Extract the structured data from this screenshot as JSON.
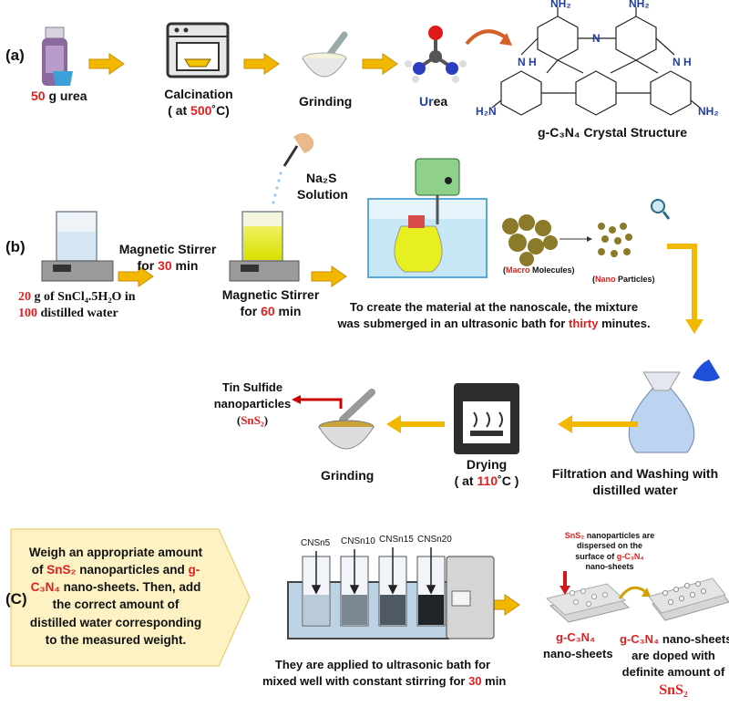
{
  "sections": {
    "a": "(a)",
    "b": "(b)",
    "c": "(C)"
  },
  "row_a": {
    "urea_amount_value": "50",
    "urea_amount_text": " g urea",
    "calcination_label": "Calcination",
    "calcination_temp_prefix": "( at ",
    "calcination_temp_value": "500",
    "calcination_temp_suffix": "˚C)",
    "grinding_label": "Grinding",
    "urea_prefix": "Ur",
    "urea_suffix": "ea",
    "structure_label": "g-C₃N₄ Crystal Structure",
    "nh2": "NH₂",
    "h2n": "H₂N",
    "n": "N",
    "nh": "N H"
  },
  "row_b": {
    "sncl4_amount_value": "20",
    "sncl4_amount_text": " g of SnCl₄.5H₂O in",
    "water_value": "100",
    "water_text": " distilled water",
    "stirrer1_label": "Magnetic Stirrer",
    "stirrer1_time_prefix": "for ",
    "stirrer1_time_value": "30",
    "stirrer1_time_suffix": " min",
    "na2s_label": "Na₂S",
    "solution_label": "Solution",
    "stirrer2_label": "Magnetic Stirrer",
    "stirrer2_time_prefix": "for ",
    "stirrer2_time_value": "60",
    "stirrer2_time_suffix": " min",
    "macro_prefix": "(",
    "macro_value": "Macro",
    "macro_suffix": " Molecules)",
    "nano_prefix": "(",
    "nano_value": "Nano",
    "nano_suffix": " Particles)",
    "ultrasonic_line1": "To create the material at the nanoscale, the mixture",
    "ultrasonic_line2_prefix": "was submerged in an ultrasonic bath for ",
    "ultrasonic_line2_value": "thirty",
    "ultrasonic_line2_suffix": " minutes.",
    "tin_line1": "Tin Sulfide",
    "tin_line2": "nanoparticles",
    "tin_formula_open": "(",
    "tin_formula_value": "SnS₂",
    "tin_formula_close": ")",
    "grinding_label": "Grinding",
    "drying_label": "Drying",
    "drying_temp_prefix": "( at ",
    "drying_temp_value": "110",
    "drying_temp_suffix": "˚C )",
    "filtration_line1": "Filtration and Washing with",
    "filtration_line2": "distilled water"
  },
  "row_c": {
    "instruction_1": "Weigh an appropriate amount",
    "instruction_2a": "of ",
    "instruction_2b": "SnS₂",
    "instruction_2c": " nanoparticles and ",
    "instruction_2d": "g-",
    "instruction_3a": "C₃N₄",
    "instruction_3b": " nano-sheets. Then, add",
    "instruction_4": "the correct amount of",
    "instruction_5": "distilled water corresponding",
    "instruction_6": "to the measured weight.",
    "cns_labels": [
      "CNSn5",
      "CNSn10",
      "CNSn15",
      "CNSn20"
    ],
    "bath_line1": "They are applied to ultrasonic bath for",
    "bath_line2_prefix": "mixed well with constant stirring for ",
    "bath_line2_value": "30",
    "bath_line2_suffix": " min",
    "dispersed_1a": "SnS₂",
    "dispersed_1b": " nanoparticles are",
    "dispersed_2": "dispersed on the",
    "dispersed_3a": "surface of ",
    "dispersed_3b": "g-C₃N₄",
    "dispersed_4": "nano-sheets",
    "gcn_label": "g-C₃N₄",
    "nanosheets_label": "nano-sheets",
    "doped_1a": "g-C₃N₄",
    "doped_1b": " nano-sheets",
    "doped_2": "are doped with",
    "doped_3": "definite amount of",
    "doped_4": "SnS₂"
  },
  "colors": {
    "arrow": "#f2b800",
    "accent_red": "#e02020",
    "urea_blue": "#1f3ea8",
    "instruction_box": "#fdf2c4"
  }
}
